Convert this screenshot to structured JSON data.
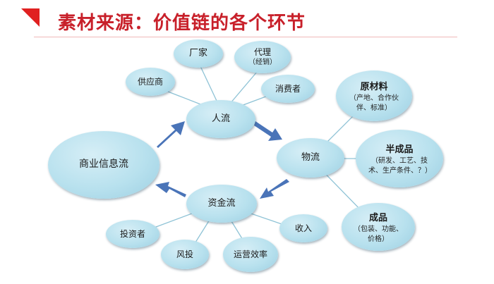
{
  "header": {
    "title": "素材来源：价值链的各个环节",
    "accent_color": "#c8202a"
  },
  "nodes": {
    "commerce_info_flow": {
      "label": "商业信息流"
    },
    "people_flow": {
      "label": "人流"
    },
    "logistics": {
      "label": "物流"
    },
    "capital_flow": {
      "label": "资金流"
    },
    "manufacturer": {
      "label": "厂家"
    },
    "agent": {
      "label": "代理",
      "detail": "（经销）"
    },
    "supplier": {
      "label": "供应商"
    },
    "consumer": {
      "label": "消费者"
    },
    "raw_materials": {
      "label": "原材料",
      "detail": "（产地、合作伙伴、标准）"
    },
    "semi_finished": {
      "label": "半成品",
      "detail": "（研发、工艺、技术、生产条件、？）"
    },
    "finished": {
      "label": "成品",
      "detail": "（包装、功能、价格）"
    },
    "investor": {
      "label": "投资者"
    },
    "venture": {
      "label": "风投"
    },
    "efficiency": {
      "label": "运营效率"
    },
    "income": {
      "label": "收入"
    }
  },
  "colors": {
    "node_fill": "#b8e1ee",
    "line": "#8fc3d6",
    "arrow": "#4a74b8"
  }
}
